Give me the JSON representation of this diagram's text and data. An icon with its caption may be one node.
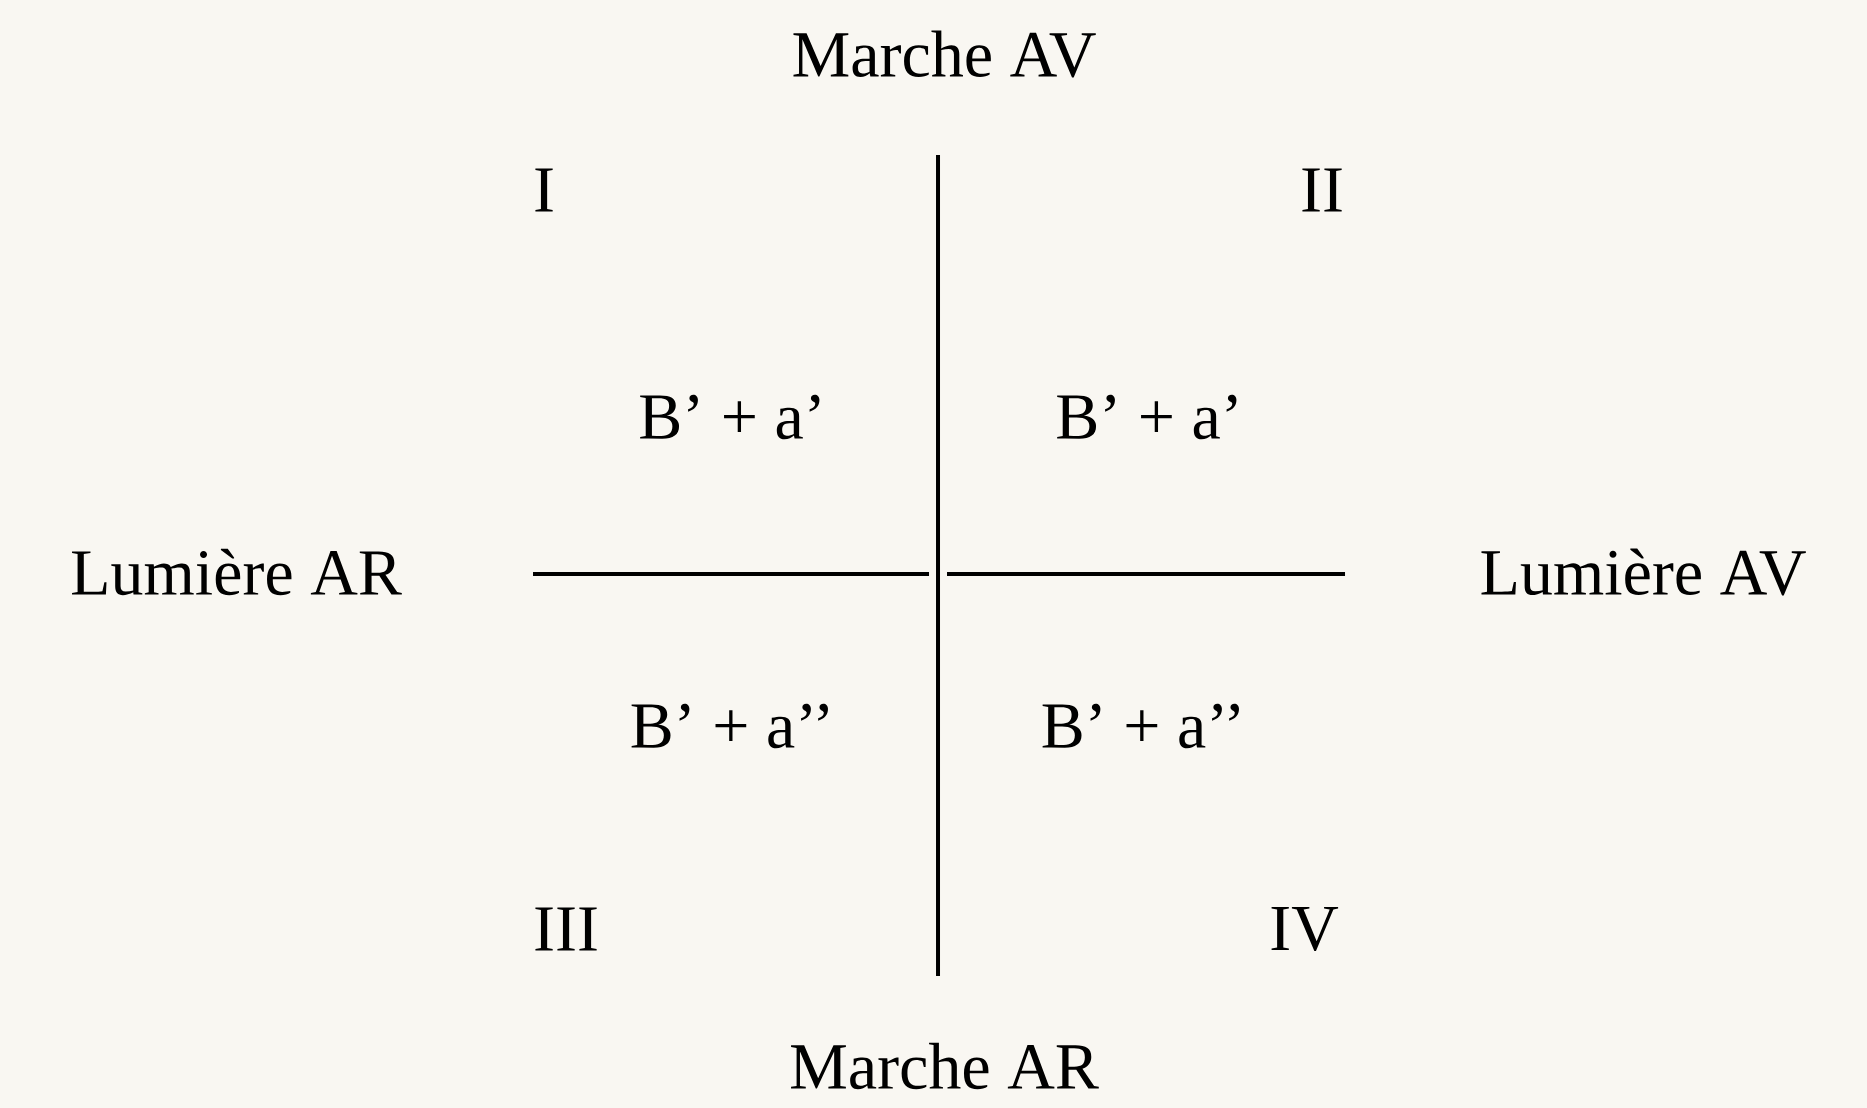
{
  "diagram": {
    "labels": [
      "Marche AV",
      "I",
      "II",
      "B’ + a’",
      "B’ + a’",
      "Lumière AR",
      "Lumière AV",
      "B’ + a’’",
      "B’ + a’’",
      "III",
      "IV",
      "Marche AR"
    ]
  }
}
